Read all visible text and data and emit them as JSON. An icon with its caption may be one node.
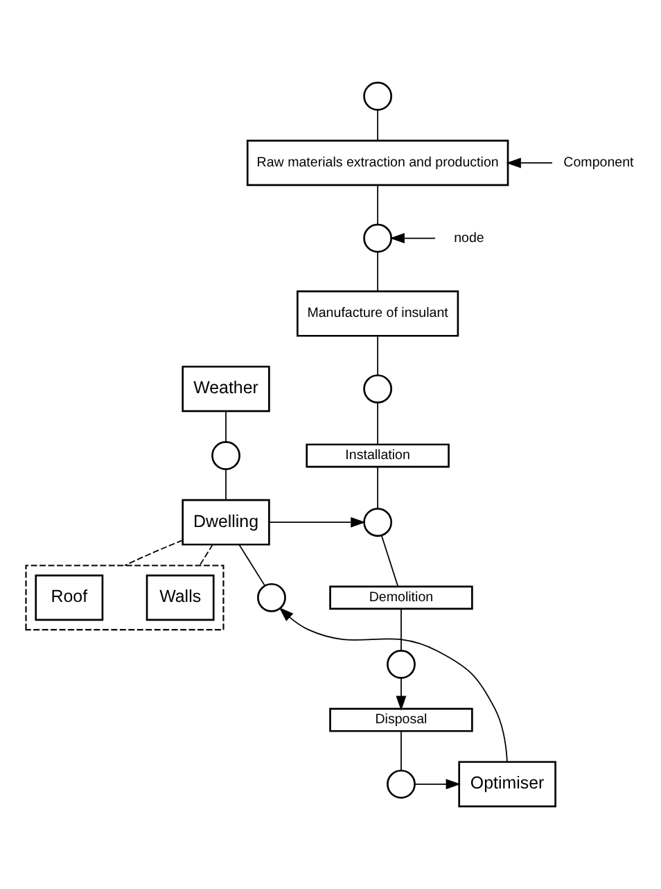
{
  "diagram": {
    "nodes": [
      {
        "text": [],
        "shape": "circle"
      },
      {
        "text": [
          "Raw materials extraction and production"
        ]
      },
      {
        "text": [
          "Component"
        ]
      },
      {
        "text": [],
        "shape": "circle"
      },
      {
        "text": [
          "node"
        ]
      },
      {
        "text": [
          "Manufacture of insulant"
        ]
      },
      {
        "text": [],
        "shape": "circle"
      },
      {
        "text": [
          "Installation"
        ]
      },
      {
        "text": [],
        "shape": "circle"
      },
      {
        "text": [
          "Demolition"
        ]
      },
      {
        "text": [],
        "shape": "circle"
      },
      {
        "text": [
          "Disposal"
        ]
      },
      {
        "text": [],
        "shape": "circle"
      },
      {
        "text": [
          "Weather"
        ]
      },
      {
        "text": [],
        "shape": "circle"
      },
      {
        "text": [
          "Dwelling"
        ]
      },
      {
        "text": [],
        "shape": "box"
      },
      {
        "text": [
          "Walls"
        ],
        "in": 16
      },
      {
        "text": [
          "Roof"
        ],
        "in": 16
      },
      {
        "text": [],
        "shape": "circle"
      },
      {
        "text": [
          "Optimiser"
        ]
      }
    ],
    "edges": [
      {
        "from": 0,
        "to": 1,
        "arrow": "none"
      },
      {
        "from": 2,
        "to": 1,
        "arrow": "to"
      },
      {
        "from": 1,
        "to": 3,
        "arrow": "none"
      },
      {
        "from": 4,
        "to": 3,
        "arrow": "to"
      },
      {
        "from": 3,
        "to": 5,
        "arrow": "none"
      },
      {
        "from": 5,
        "to": 6,
        "arrow": "none"
      },
      {
        "from": 6,
        "to": 7,
        "arrow": "none"
      },
      {
        "from": 7,
        "to": 8,
        "arrow": "none"
      },
      {
        "from": 8,
        "to": 9,
        "arrow": "none"
      },
      {
        "from": 9,
        "to": 10,
        "arrow": "none"
      },
      {
        "from": 10,
        "to": 11,
        "arrow": "to"
      },
      {
        "from": 11,
        "to": 12,
        "arrow": "none"
      },
      {
        "from": 12,
        "to": 20,
        "arrow": "to"
      },
      {
        "from": 20,
        "to": 19,
        "arrow": "to"
      },
      {
        "from": 15,
        "to": 19,
        "arrow": "none"
      },
      {
        "from": 13,
        "to": 14,
        "arrow": "none"
      },
      {
        "from": 14,
        "to": 15,
        "arrow": "none"
      },
      {
        "from": 15,
        "to": 8,
        "arrow": "to"
      },
      {
        "from": 15,
        "to": 16,
        "arrow": "none",
        "style": "dashed"
      },
      {
        "from": 15,
        "to": 16,
        "arrow": "none",
        "style": "dashed"
      }
    ]
  }
}
